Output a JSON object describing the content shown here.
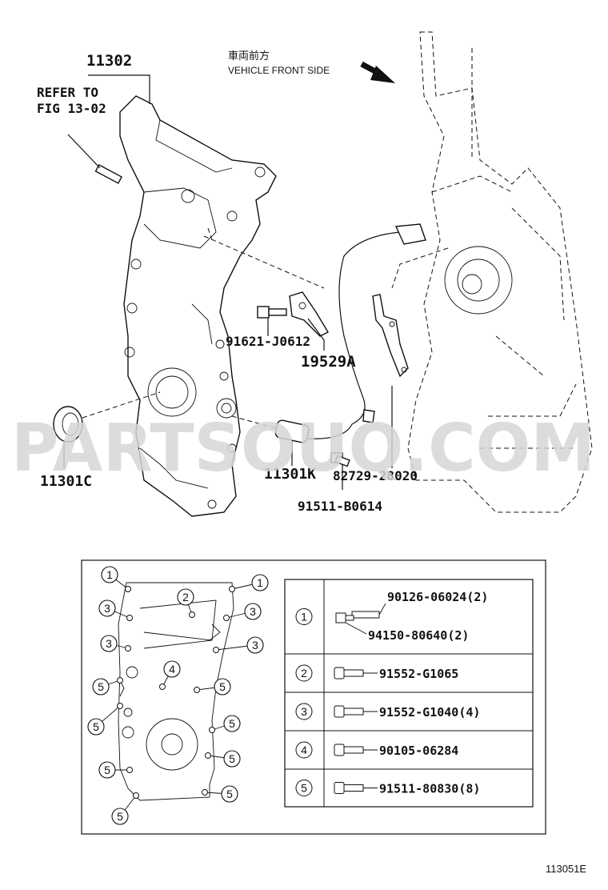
{
  "header": {
    "front_cjk": "車両前方",
    "front_en": "VEHICLE FRONT SIDE"
  },
  "callouts": {
    "cover": "11302",
    "refer_line1": "REFER TO",
    "refer_line2": "FIG 13-02",
    "bolt_a": "91621-J0612",
    "bracket": "19529A",
    "oil_seal": "11301C",
    "sensor": "11301K",
    "bolt_b": "91511-B0614",
    "sensor_part": "82729-28020"
  },
  "watermark": "PARTSOUQ.COM",
  "figure_id": "113051E",
  "legend": [
    {
      "num": "1",
      "parts": [
        "90126-06024(2)",
        "94150-80640(2)"
      ]
    },
    {
      "num": "2",
      "parts": [
        "91552-G1065"
      ]
    },
    {
      "num": "3",
      "parts": [
        "91552-G1040(4)"
      ]
    },
    {
      "num": "4",
      "parts": [
        "90105-06284"
      ]
    },
    {
      "num": "5",
      "parts": [
        "91511-80830(8)"
      ]
    }
  ],
  "detail_markers": [
    "1",
    "1",
    "2",
    "3",
    "3",
    "3",
    "3",
    "4",
    "5",
    "5",
    "5",
    "5",
    "5",
    "5",
    "5",
    "5"
  ]
}
